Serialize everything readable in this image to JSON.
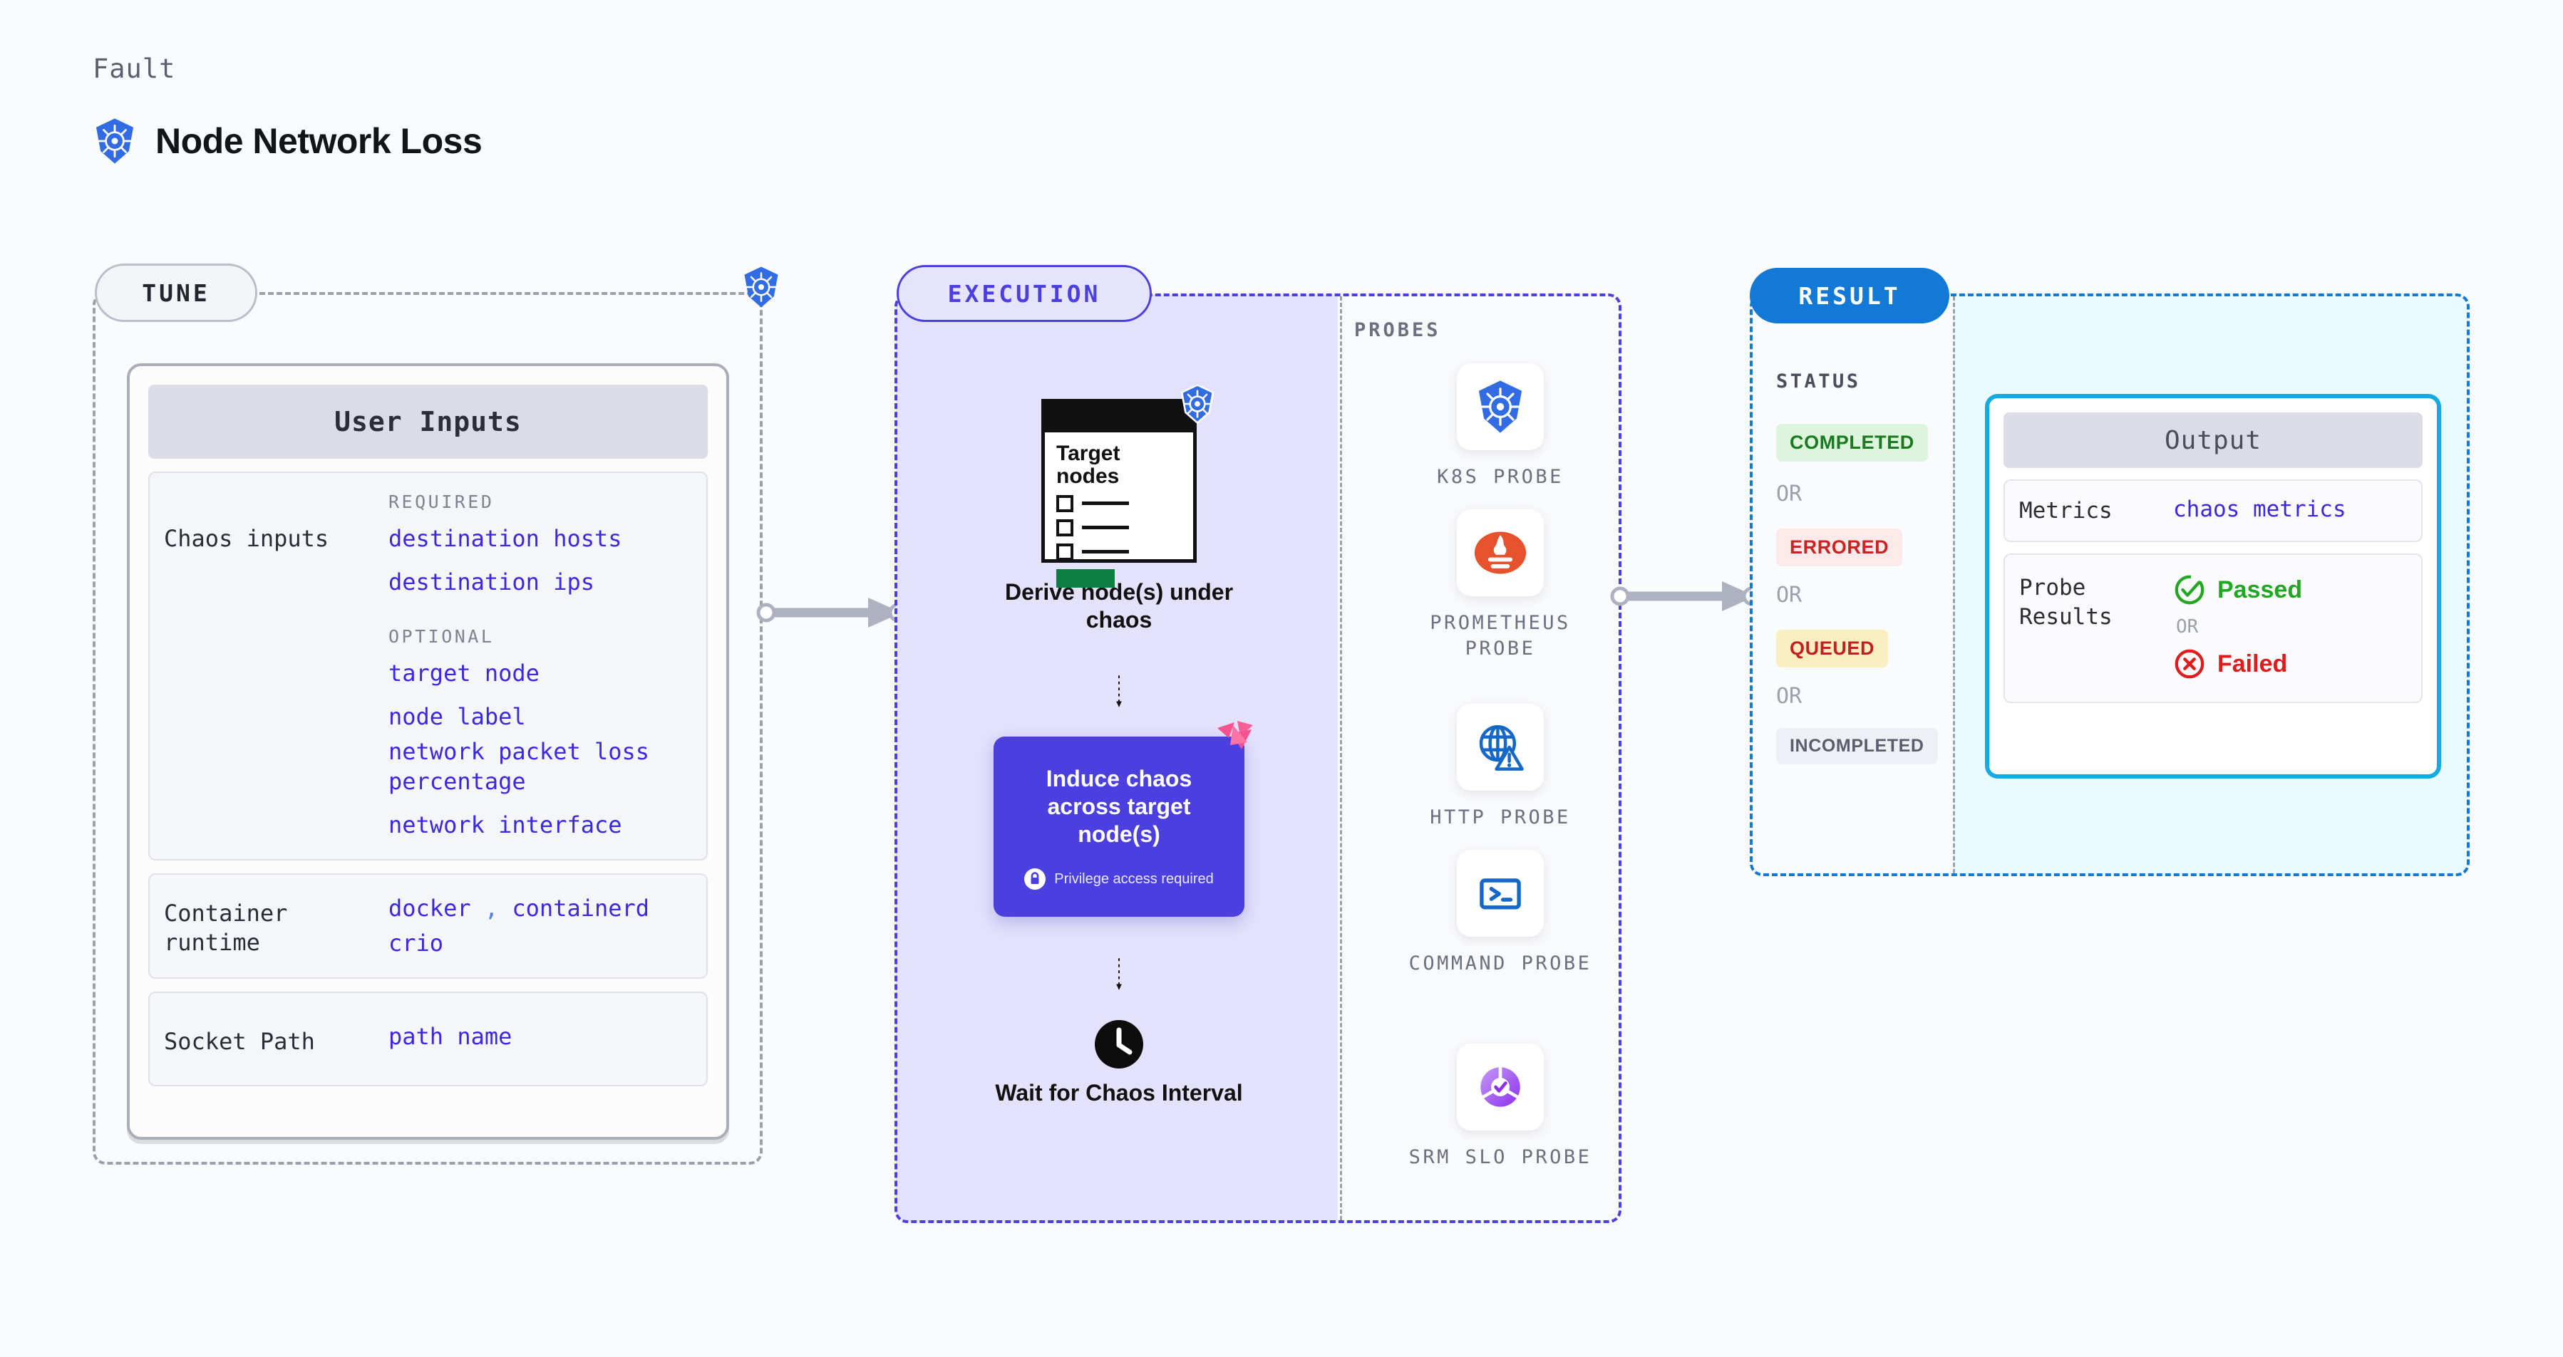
{
  "header": {
    "eyebrow": "Fault",
    "title": "Node Network Loss",
    "icon": "kubernetes-icon"
  },
  "stages": {
    "tune": {
      "pill": "TUNE",
      "badge_icon": "kubernetes-icon",
      "card": {
        "title": "User Inputs",
        "sections": [
          {
            "label": "Chaos inputs",
            "groups": [
              {
                "title": "REQUIRED",
                "values": [
                  "destination hosts",
                  "destination ips"
                ]
              },
              {
                "title": "OPTIONAL",
                "values": [
                  "target node",
                  "node label",
                  "network packet loss percentage",
                  "network interface"
                ]
              }
            ]
          },
          {
            "label": "Container runtime",
            "values_inline": [
              "docker",
              "containerd"
            ],
            "separator": ",",
            "values_next": [
              "crio"
            ]
          },
          {
            "label": "Socket Path",
            "values": [
              "path name"
            ]
          }
        ]
      }
    },
    "execution": {
      "pill": "EXECUTION",
      "flow": [
        {
          "type": "node-card",
          "card_title": "Target nodes",
          "badge_icon": "kubernetes-icon",
          "label": "Derive node(s) under chaos"
        },
        {
          "type": "chaos-box",
          "title": "Induce chaos across target node(s)",
          "privilege_note": "Privilege access required",
          "privilege_icon": "lock-icon",
          "corner_icon": "litmus-chaos-icon"
        },
        {
          "type": "clock",
          "icon": "clock-icon",
          "label": "Wait for Chaos Interval"
        }
      ],
      "probes": {
        "title": "PROBES",
        "items": [
          {
            "label": "K8S PROBE",
            "icon": "kubernetes-icon"
          },
          {
            "label": "PROMETHEUS PROBE",
            "icon": "prometheus-icon"
          },
          {
            "label": "HTTP PROBE",
            "icon": "globe-warning-icon"
          },
          {
            "label": "COMMAND PROBE",
            "icon": "terminal-icon"
          },
          {
            "label": "SRM SLO PROBE",
            "icon": "srm-slo-icon"
          }
        ]
      }
    },
    "result": {
      "pill": "RESULT",
      "status": {
        "title": "STATUS",
        "or_label": "OR",
        "badges": [
          {
            "label": "COMPLETED",
            "color": "#1a7a1f",
            "bg": "#dcf5dc"
          },
          {
            "label": "ERRORED",
            "color": "#cc2222",
            "bg": "#fce9e9"
          },
          {
            "label": "QUEUED",
            "color": "#c02020",
            "bg": "#fbeec0"
          },
          {
            "label": "INCOMPLETED",
            "color": "#5a5e6c",
            "bg": "#eff0f5"
          }
        ]
      },
      "output": {
        "title": "Output",
        "rows": [
          {
            "label": "Metrics",
            "value": "chaos metrics"
          },
          {
            "label": "Probe Results",
            "passed": "Passed",
            "passed_icon": "check-circle-icon",
            "or_label": "OR",
            "failed": "Failed",
            "failed_icon": "x-circle-icon"
          }
        ]
      }
    }
  },
  "colors": {
    "accent_purple": "#4b3fe0",
    "accent_blue": "#1279d6",
    "value_blue": "#3b28e0",
    "k8s_blue": "#326ce5",
    "prometheus_orange": "#e6522c",
    "success_green": "#22a722",
    "error_red": "#e01b1b",
    "litmus_pink": "#f4538f",
    "output_border": "#14abe3"
  }
}
